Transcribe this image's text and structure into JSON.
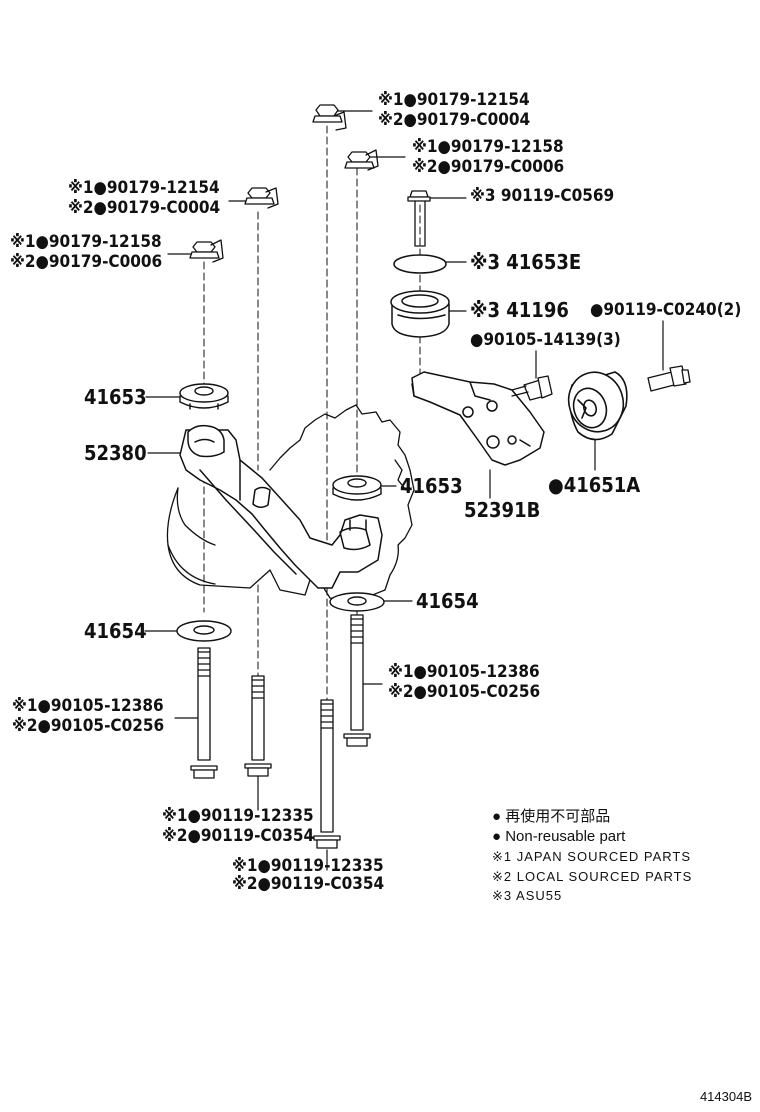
{
  "labels": {
    "top_a1": "※1●90179-12154",
    "top_a2": "※2●90179-C0004",
    "top_b1": "※1●90179-12158",
    "top_b2": "※2●90179-C0006",
    "bolt_c0569": "※3 90119-C0569",
    "washer_41653e": "※3 41653E",
    "bushing_41196": "※3 41196",
    "bolt_c0240": "●90119-C0240(2)",
    "bolt_14139": "●90105-14139(3)",
    "left_a1": "※1●90179-12154",
    "left_a2": "※2●90179-C0004",
    "left_b1": "※1●90179-12158",
    "left_b2": "※2●90179-C0006",
    "p41653_left": "41653",
    "p52380": "52380",
    "p41653_right": "41653",
    "p52391b": "52391B",
    "p41651a": "●41651A",
    "p41654_right": "41654",
    "p41654_left": "41654",
    "bolt_r1": "※1●90105-12386",
    "bolt_r2": "※2●90105-C0256",
    "bolt_l1": "※1●90105-12386",
    "bolt_l2": "※2●90105-C0256",
    "bolt_m1": "※1●90119-12335",
    "bolt_m2": "※2●90119-C0354",
    "bolt_b1": "※1●90119-12335",
    "bolt_b2": "※2●90119-C0354"
  },
  "legend": {
    "line1": "● 再使用不可部品",
    "line2": "● Non-reusable part",
    "line3": "※1 JAPAN SOURCED PARTS",
    "line4": "※2 LOCAL SOURCED PARTS",
    "line5": "※3 ASU55"
  },
  "figure_number": "414304B"
}
